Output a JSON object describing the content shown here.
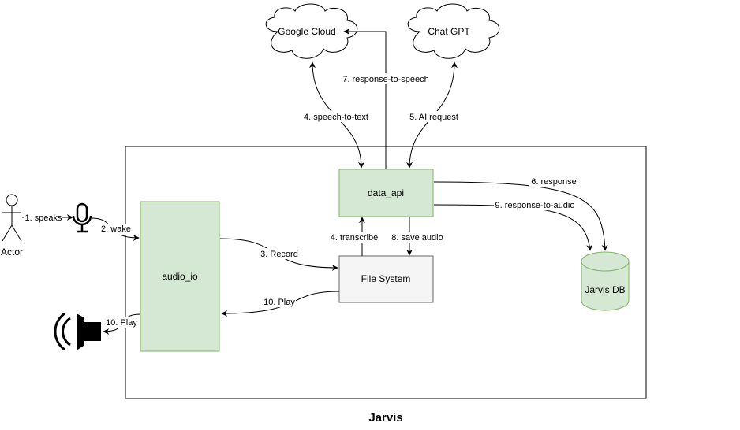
{
  "diagram": {
    "title": "Jarvis",
    "nodes": {
      "actor": "Actor",
      "google_cloud": "Google Cloud",
      "chat_gpt": "Chat GPT",
      "data_api": "data_api",
      "audio_io": "audio_io",
      "file_system": "File System",
      "jarvis_db": "Jarvis DB"
    },
    "edges": {
      "speaks": "1. speaks",
      "wake": "2. wake",
      "record": "3. Record",
      "speech_to_text": "4. speech-to-text",
      "transcribe": "4. transcribe",
      "ai_request": "5. AI request",
      "response": "6. response",
      "response_to_speech": "7. response-to-speech",
      "save_audio": "8. save audio",
      "response_to_audio": "9. response-to-audio",
      "play_fs": "10. Play",
      "play_speaker": "10. Play"
    },
    "colors": {
      "green_fill": "#d5e8d4",
      "green_stroke": "#82b366",
      "gray_fill": "#f5f5f5",
      "gray_stroke": "#666666"
    },
    "icons": [
      "actor-stick-figure-icon",
      "microphone-icon",
      "speaker-icon",
      "cloud-shape-icon",
      "database-cylinder-icon"
    ]
  }
}
